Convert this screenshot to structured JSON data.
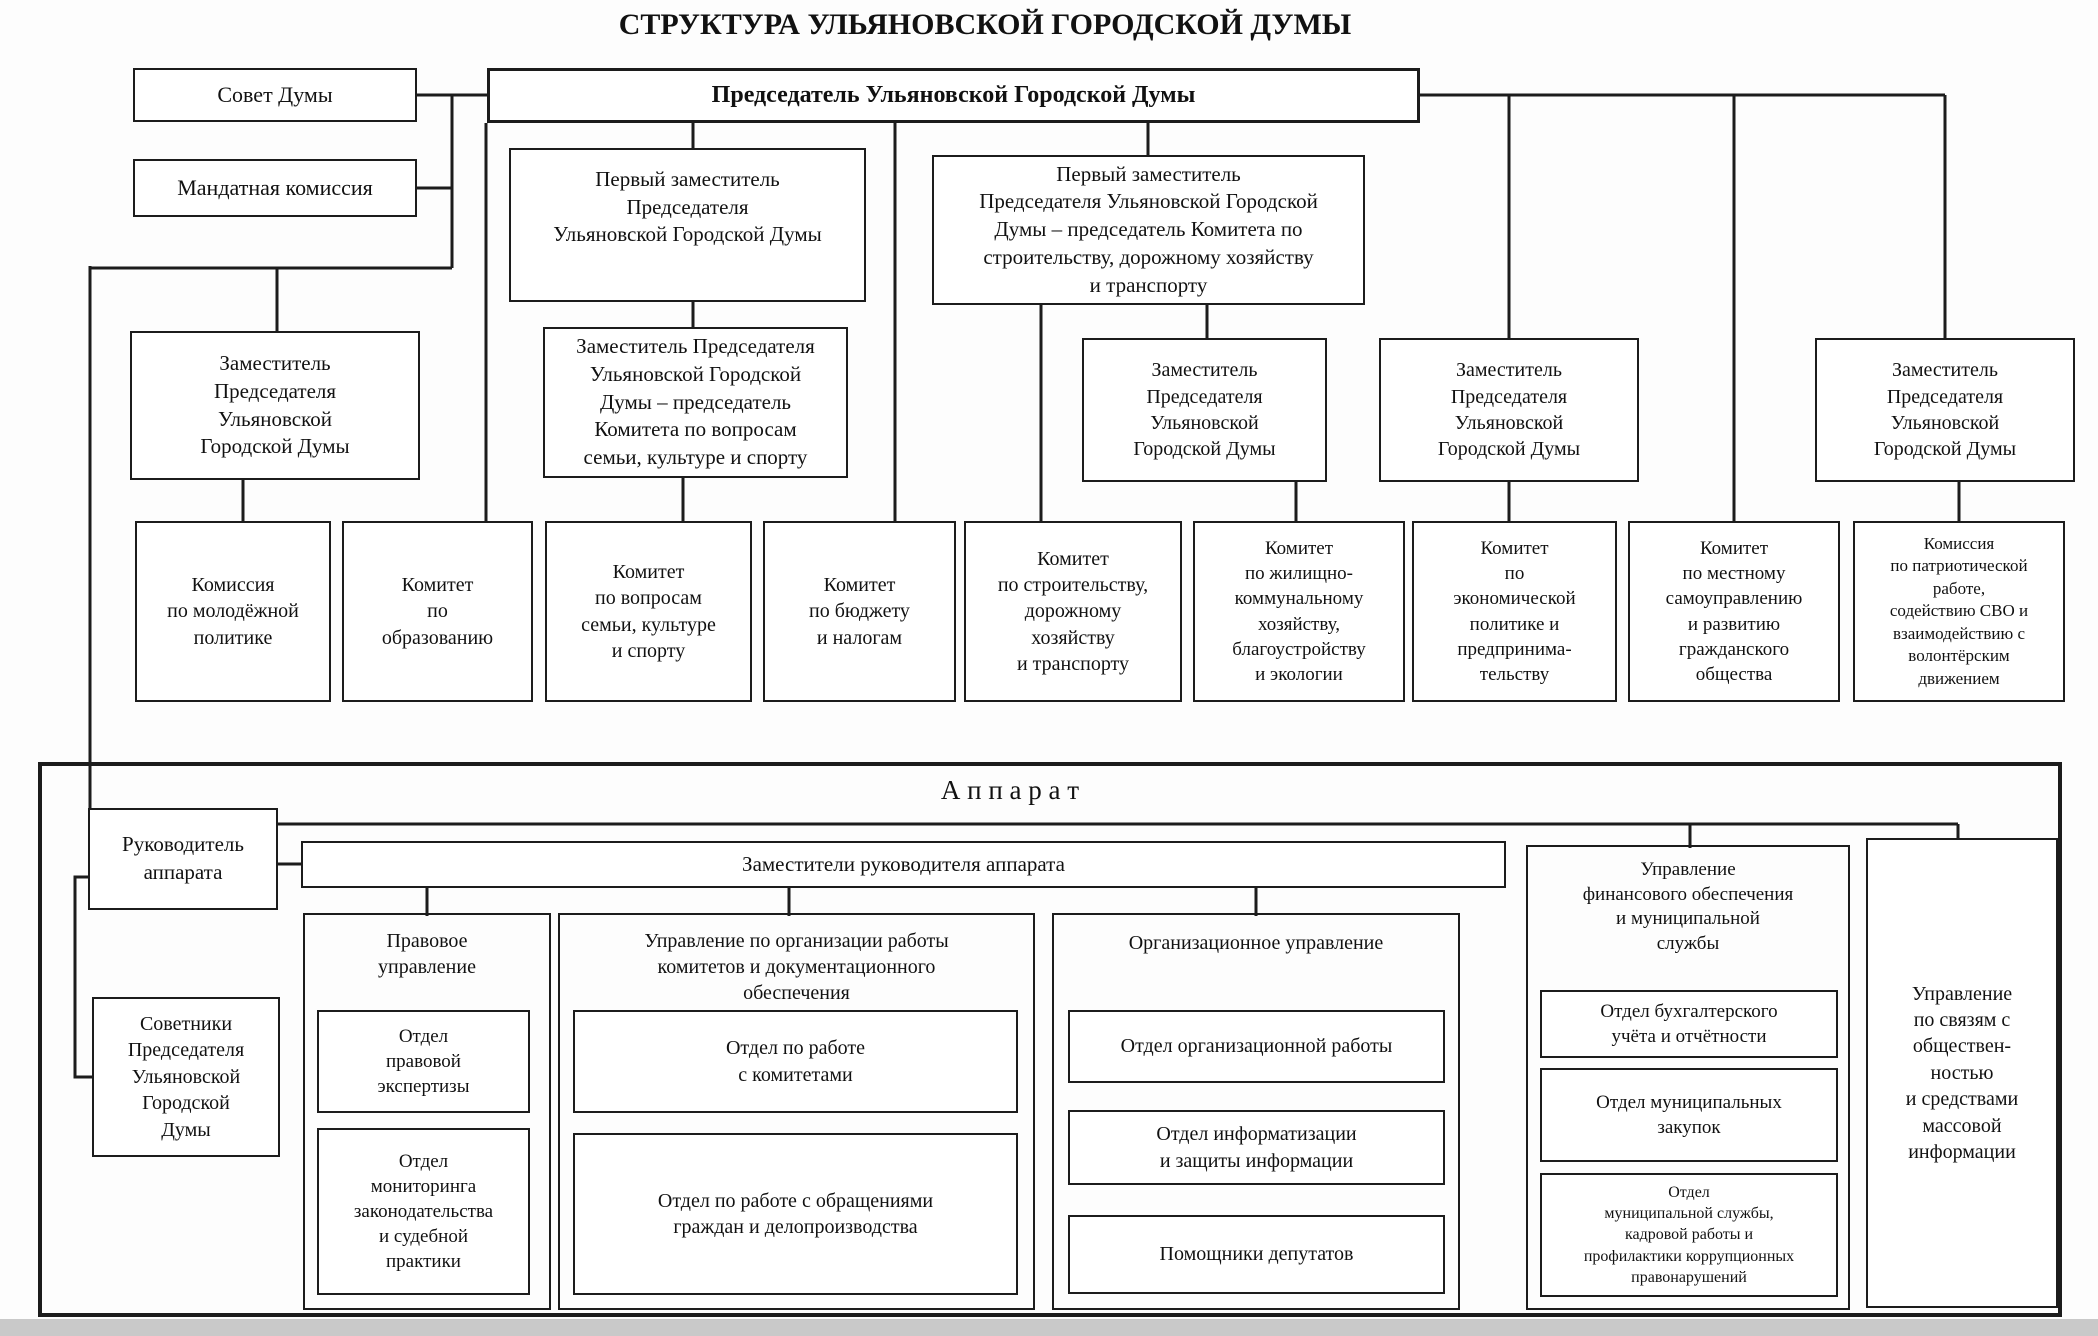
{
  "page": {
    "title": "СТРУКТУРА УЛЬЯНОВСКОЙ ГОРОДСКОЙ ДУМЫ"
  },
  "colors": {
    "line": "#1c1c1c",
    "box_background": "#ffffff",
    "page_background": "#fdfdfd",
    "bottom_bar": "#c9c9c9"
  },
  "duma": {
    "council": "Совет Думы",
    "mandate_commission": "Мандатная комиссия",
    "chairman": "Председатель Ульяновской Городской Думы",
    "first_deputy": "Первый заместитель\nПредседателя\nУльяновской Городской Думы",
    "first_deputy_construction": "Первый заместитель\nПредседателя Ульяновской Городской\nДумы – председатель Комитета по\nстроительству, дорожному хозяйству\nи транспорту",
    "deputy_left": "Заместитель\nПредседателя\nУльяновской\nГородской Думы",
    "deputy_family": "Заместитель Председателя\nУльяновской Городской\nДумы – председатель\nКомитета по вопросам\nсемьи, культуре и спорту",
    "deputy_3": "Заместитель\nПредседателя\nУльяновской\nГородской Думы",
    "deputy_4": "Заместитель\nПредседателя\nУльяновской\nГородской Думы",
    "deputy_5": "Заместитель\nПредседателя\nУльяновской\nГородской Думы"
  },
  "committees": {
    "youth": "Комиссия\nпо молодёжной\nполитике",
    "education": "Комитет\nпо\nобразованию",
    "family": "Комитет\nпо вопросам\nсемьи, культуре\nи спорту",
    "budget": "Комитет\nпо бюджету\nи налогам",
    "construction": "Комитет\nпо строительству,\nдорожному\nхозяйству\nи транспорту",
    "housing": "Комитет\nпо жилищно-\nкоммунальному\nхозяйству,\nблагоустройству\nи экологии",
    "economy": "Комитет\nпо\nэкономической\nполитике и\nпредпринима-\nтельству",
    "self_government": "Комитет\nпо местному\nсамоуправлению\nи развитию\nгражданского\nобщества",
    "patriotic": "Комиссия\nпо патриотической\nработе,\nсодействию СВО и\nвзаимодействию с\nволонтёрским\nдвижением"
  },
  "apparat": {
    "title": "А п п а р а т",
    "head": "Руководитель\nаппарата",
    "deputies_bar": "Заместители руководителя аппарата",
    "advisors": "Советники\nПредседателя\nУльяновской\nГородской\nДумы",
    "legal": {
      "title": "Правовое\nуправление",
      "dept_expertise": "Отдел\nправовой\nэкспертизы",
      "dept_monitoring": "Отдел\nмониторинга\nзаконодательства\nи судебной\nпрактики"
    },
    "committees_office": {
      "title": "Управление по организации работы\nкомитетов и документационного\nобеспечения",
      "dept_committees": "Отдел по работе\nс комитетами",
      "dept_citizens": "Отдел по работе с обращениями\nграждан и делопроизводства"
    },
    "organizational": {
      "title": "Организационное управление",
      "dept_org_work": "Отдел организационной работы",
      "dept_it": "Отдел информатизации\nи защиты информации",
      "dept_assistants": "Помощники депутатов"
    },
    "finance": {
      "title": "Управление\nфинансового обеспечения\nи муниципальной\nслужбы",
      "dept_accounting": "Отдел бухгалтерского\nучёта и отчётности",
      "dept_procurement": "Отдел муниципальных\nзакупок",
      "dept_hr": "Отдел\nмуниципальной службы,\nкадровой работы и\nпрофилактики коррупционных\nправонарушений"
    },
    "media": "Управление\nпо связям с\nобществен-\nностью\nи средствами\nмассовой\nинформации"
  }
}
